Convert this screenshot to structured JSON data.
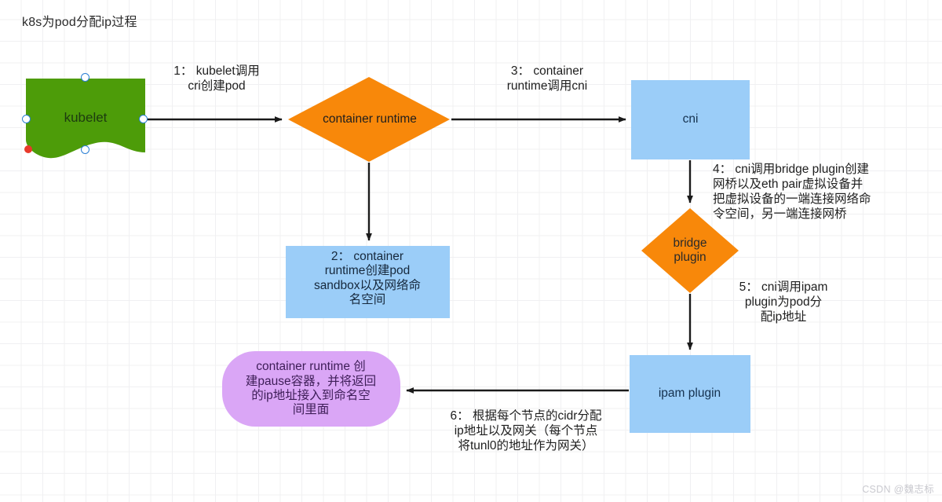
{
  "title": "k8s为pod分配ip过程",
  "watermark": "CSDN @魏志标",
  "colors": {
    "green": "#4d9c09",
    "orange": "#f8880a",
    "blue": "#9bcdf8",
    "purple": "#daa6f6",
    "arrow": "#1a1a1a",
    "handle_border": "#2a7fd4",
    "handle_red": "#e8392a",
    "grid_minor": "#f0f0f2",
    "grid_major": "#e2e2e6",
    "background": "#ffffff"
  },
  "nodes": {
    "kubelet": {
      "label": "kubelet",
      "shape": "document",
      "fill": "#4d9c09",
      "selected": true
    },
    "container_runtime": {
      "label": "container runtime",
      "shape": "diamond",
      "fill": "#f8880a"
    },
    "cni": {
      "label": "cni",
      "shape": "rectangle",
      "fill": "#9bcdf8"
    },
    "step2_box": {
      "label": "2： container\nruntime创建pod\nsandbox以及网络命\n名空间",
      "shape": "rectangle",
      "fill": "#9bcdf8"
    },
    "bridge_plugin": {
      "label": "bridge\nplugin",
      "shape": "diamond",
      "fill": "#f8880a"
    },
    "ipam_plugin": {
      "label": "ipam plugin",
      "shape": "rectangle",
      "fill": "#9bcdf8"
    },
    "pause_container": {
      "label": "container runtime 创\n建pause容器，并将返回\n的ip地址接入到命名空\n间里面",
      "shape": "rounded-rectangle",
      "fill": "#daa6f6"
    }
  },
  "edges": [
    {
      "id": "e1",
      "step": "1",
      "label": "1： kubelet调用\ncri创建pod",
      "from": "kubelet",
      "to": "container_runtime"
    },
    {
      "id": "e2",
      "step": "2",
      "label": "",
      "from": "container_runtime",
      "to": "step2_box"
    },
    {
      "id": "e3",
      "step": "3",
      "label": "3： container\nruntime调用cni",
      "from": "container_runtime",
      "to": "cni"
    },
    {
      "id": "e4",
      "step": "4",
      "label": "4： cni调用bridge plugin创建\n网桥以及eth pair虚拟设备并\n把虚拟设备的一端连接网络命\n令空间，另一端连接网桥",
      "from": "cni",
      "to": "bridge_plugin"
    },
    {
      "id": "e5",
      "step": "5",
      "label": "5： cni调用ipam\nplugin为pod分\n配ip地址",
      "from": "bridge_plugin",
      "to": "ipam_plugin"
    },
    {
      "id": "e6",
      "step": "6",
      "label": "6： 根据每个节点的cidr分配\nip地址以及网关（每个节点\n将tunl0的地址作为网关）",
      "from": "ipam_plugin",
      "to": "pause_container"
    }
  ]
}
